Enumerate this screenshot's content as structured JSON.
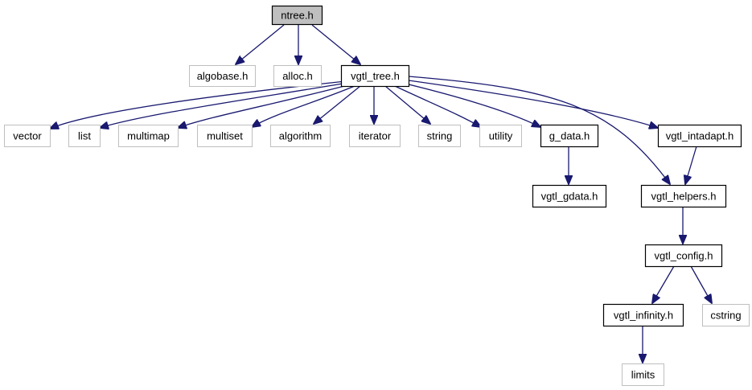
{
  "colors": {
    "edge": "#191970",
    "root_fill": "#bfbfbf",
    "project_border": "#000000",
    "system_border": "#bfbfbf",
    "background": "#ffffff"
  },
  "nodes": [
    {
      "id": "ntree_h",
      "label": "ntree.h",
      "kind": "root",
      "icon": "file-node"
    },
    {
      "id": "algobase_h",
      "label": "algobase.h",
      "kind": "system",
      "icon": "file-node"
    },
    {
      "id": "alloc_h",
      "label": "alloc.h",
      "kind": "system",
      "icon": "file-node"
    },
    {
      "id": "vgtl_tree_h",
      "label": "vgtl_tree.h",
      "kind": "project",
      "icon": "file-node"
    },
    {
      "id": "vector",
      "label": "vector",
      "kind": "system",
      "icon": "file-node"
    },
    {
      "id": "list",
      "label": "list",
      "kind": "system",
      "icon": "file-node"
    },
    {
      "id": "multimap",
      "label": "multimap",
      "kind": "system",
      "icon": "file-node"
    },
    {
      "id": "multiset",
      "label": "multiset",
      "kind": "system",
      "icon": "file-node"
    },
    {
      "id": "algorithm",
      "label": "algorithm",
      "kind": "system",
      "icon": "file-node"
    },
    {
      "id": "iterator",
      "label": "iterator",
      "kind": "system",
      "icon": "file-node"
    },
    {
      "id": "string",
      "label": "string",
      "kind": "system",
      "icon": "file-node"
    },
    {
      "id": "utility",
      "label": "utility",
      "kind": "system",
      "icon": "file-node"
    },
    {
      "id": "g_data_h",
      "label": "g_data.h",
      "kind": "project",
      "icon": "file-node"
    },
    {
      "id": "vgtl_intadapt_h",
      "label": "vgtl_intadapt.h",
      "kind": "project",
      "icon": "file-node"
    },
    {
      "id": "vgtl_gdata_h",
      "label": "vgtl_gdata.h",
      "kind": "project",
      "icon": "file-node"
    },
    {
      "id": "vgtl_helpers_h",
      "label": "vgtl_helpers.h",
      "kind": "project",
      "icon": "file-node"
    },
    {
      "id": "vgtl_config_h",
      "label": "vgtl_config.h",
      "kind": "project",
      "icon": "file-node"
    },
    {
      "id": "vgtl_infinity_h",
      "label": "vgtl_infinity.h",
      "kind": "project",
      "icon": "file-node"
    },
    {
      "id": "cstring",
      "label": "cstring",
      "kind": "system",
      "icon": "file-node"
    },
    {
      "id": "limits",
      "label": "limits",
      "kind": "system",
      "icon": "file-node"
    }
  ],
  "edges": [
    {
      "from": "ntree_h",
      "to": "algobase_h"
    },
    {
      "from": "ntree_h",
      "to": "alloc_h"
    },
    {
      "from": "ntree_h",
      "to": "vgtl_tree_h"
    },
    {
      "from": "vgtl_tree_h",
      "to": "vector"
    },
    {
      "from": "vgtl_tree_h",
      "to": "list"
    },
    {
      "from": "vgtl_tree_h",
      "to": "multimap"
    },
    {
      "from": "vgtl_tree_h",
      "to": "multiset"
    },
    {
      "from": "vgtl_tree_h",
      "to": "algorithm"
    },
    {
      "from": "vgtl_tree_h",
      "to": "iterator"
    },
    {
      "from": "vgtl_tree_h",
      "to": "string"
    },
    {
      "from": "vgtl_tree_h",
      "to": "utility"
    },
    {
      "from": "vgtl_tree_h",
      "to": "g_data_h"
    },
    {
      "from": "vgtl_tree_h",
      "to": "vgtl_intadapt_h"
    },
    {
      "from": "vgtl_tree_h",
      "to": "vgtl_helpers_h"
    },
    {
      "from": "g_data_h",
      "to": "vgtl_gdata_h"
    },
    {
      "from": "vgtl_intadapt_h",
      "to": "vgtl_helpers_h"
    },
    {
      "from": "vgtl_helpers_h",
      "to": "vgtl_config_h"
    },
    {
      "from": "vgtl_config_h",
      "to": "vgtl_infinity_h"
    },
    {
      "from": "vgtl_config_h",
      "to": "cstring"
    },
    {
      "from": "vgtl_infinity_h",
      "to": "limits"
    }
  ]
}
